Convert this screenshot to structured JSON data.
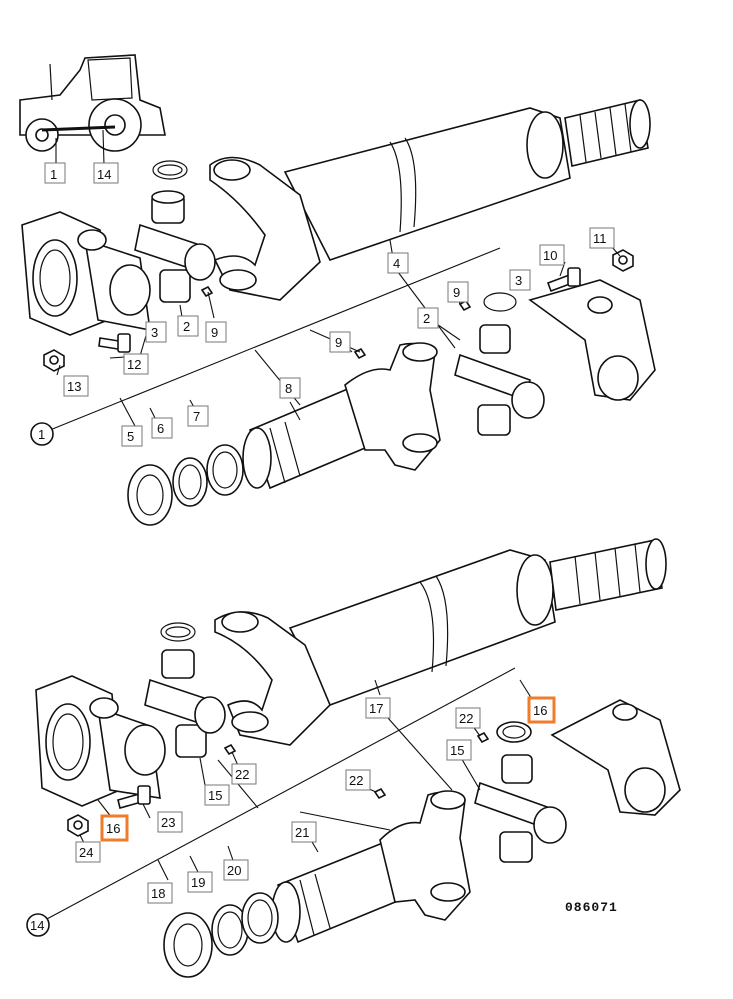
{
  "document_code": "086071",
  "tractor_callouts": [
    "1",
    "14"
  ],
  "upper_assembly": {
    "circle_label": "1",
    "callouts": [
      "2",
      "2",
      "3",
      "3",
      "4",
      "5",
      "6",
      "7",
      "8",
      "9",
      "9",
      "9",
      "10",
      "11",
      "12",
      "13"
    ]
  },
  "lower_assembly": {
    "circle_label": "14",
    "callouts": [
      "15",
      "15",
      "16",
      "16",
      "17",
      "18",
      "19",
      "20",
      "21",
      "22",
      "22",
      "22",
      "23",
      "24"
    ],
    "highlighted_callout": "16",
    "highlight_color": "#f07b2b"
  }
}
